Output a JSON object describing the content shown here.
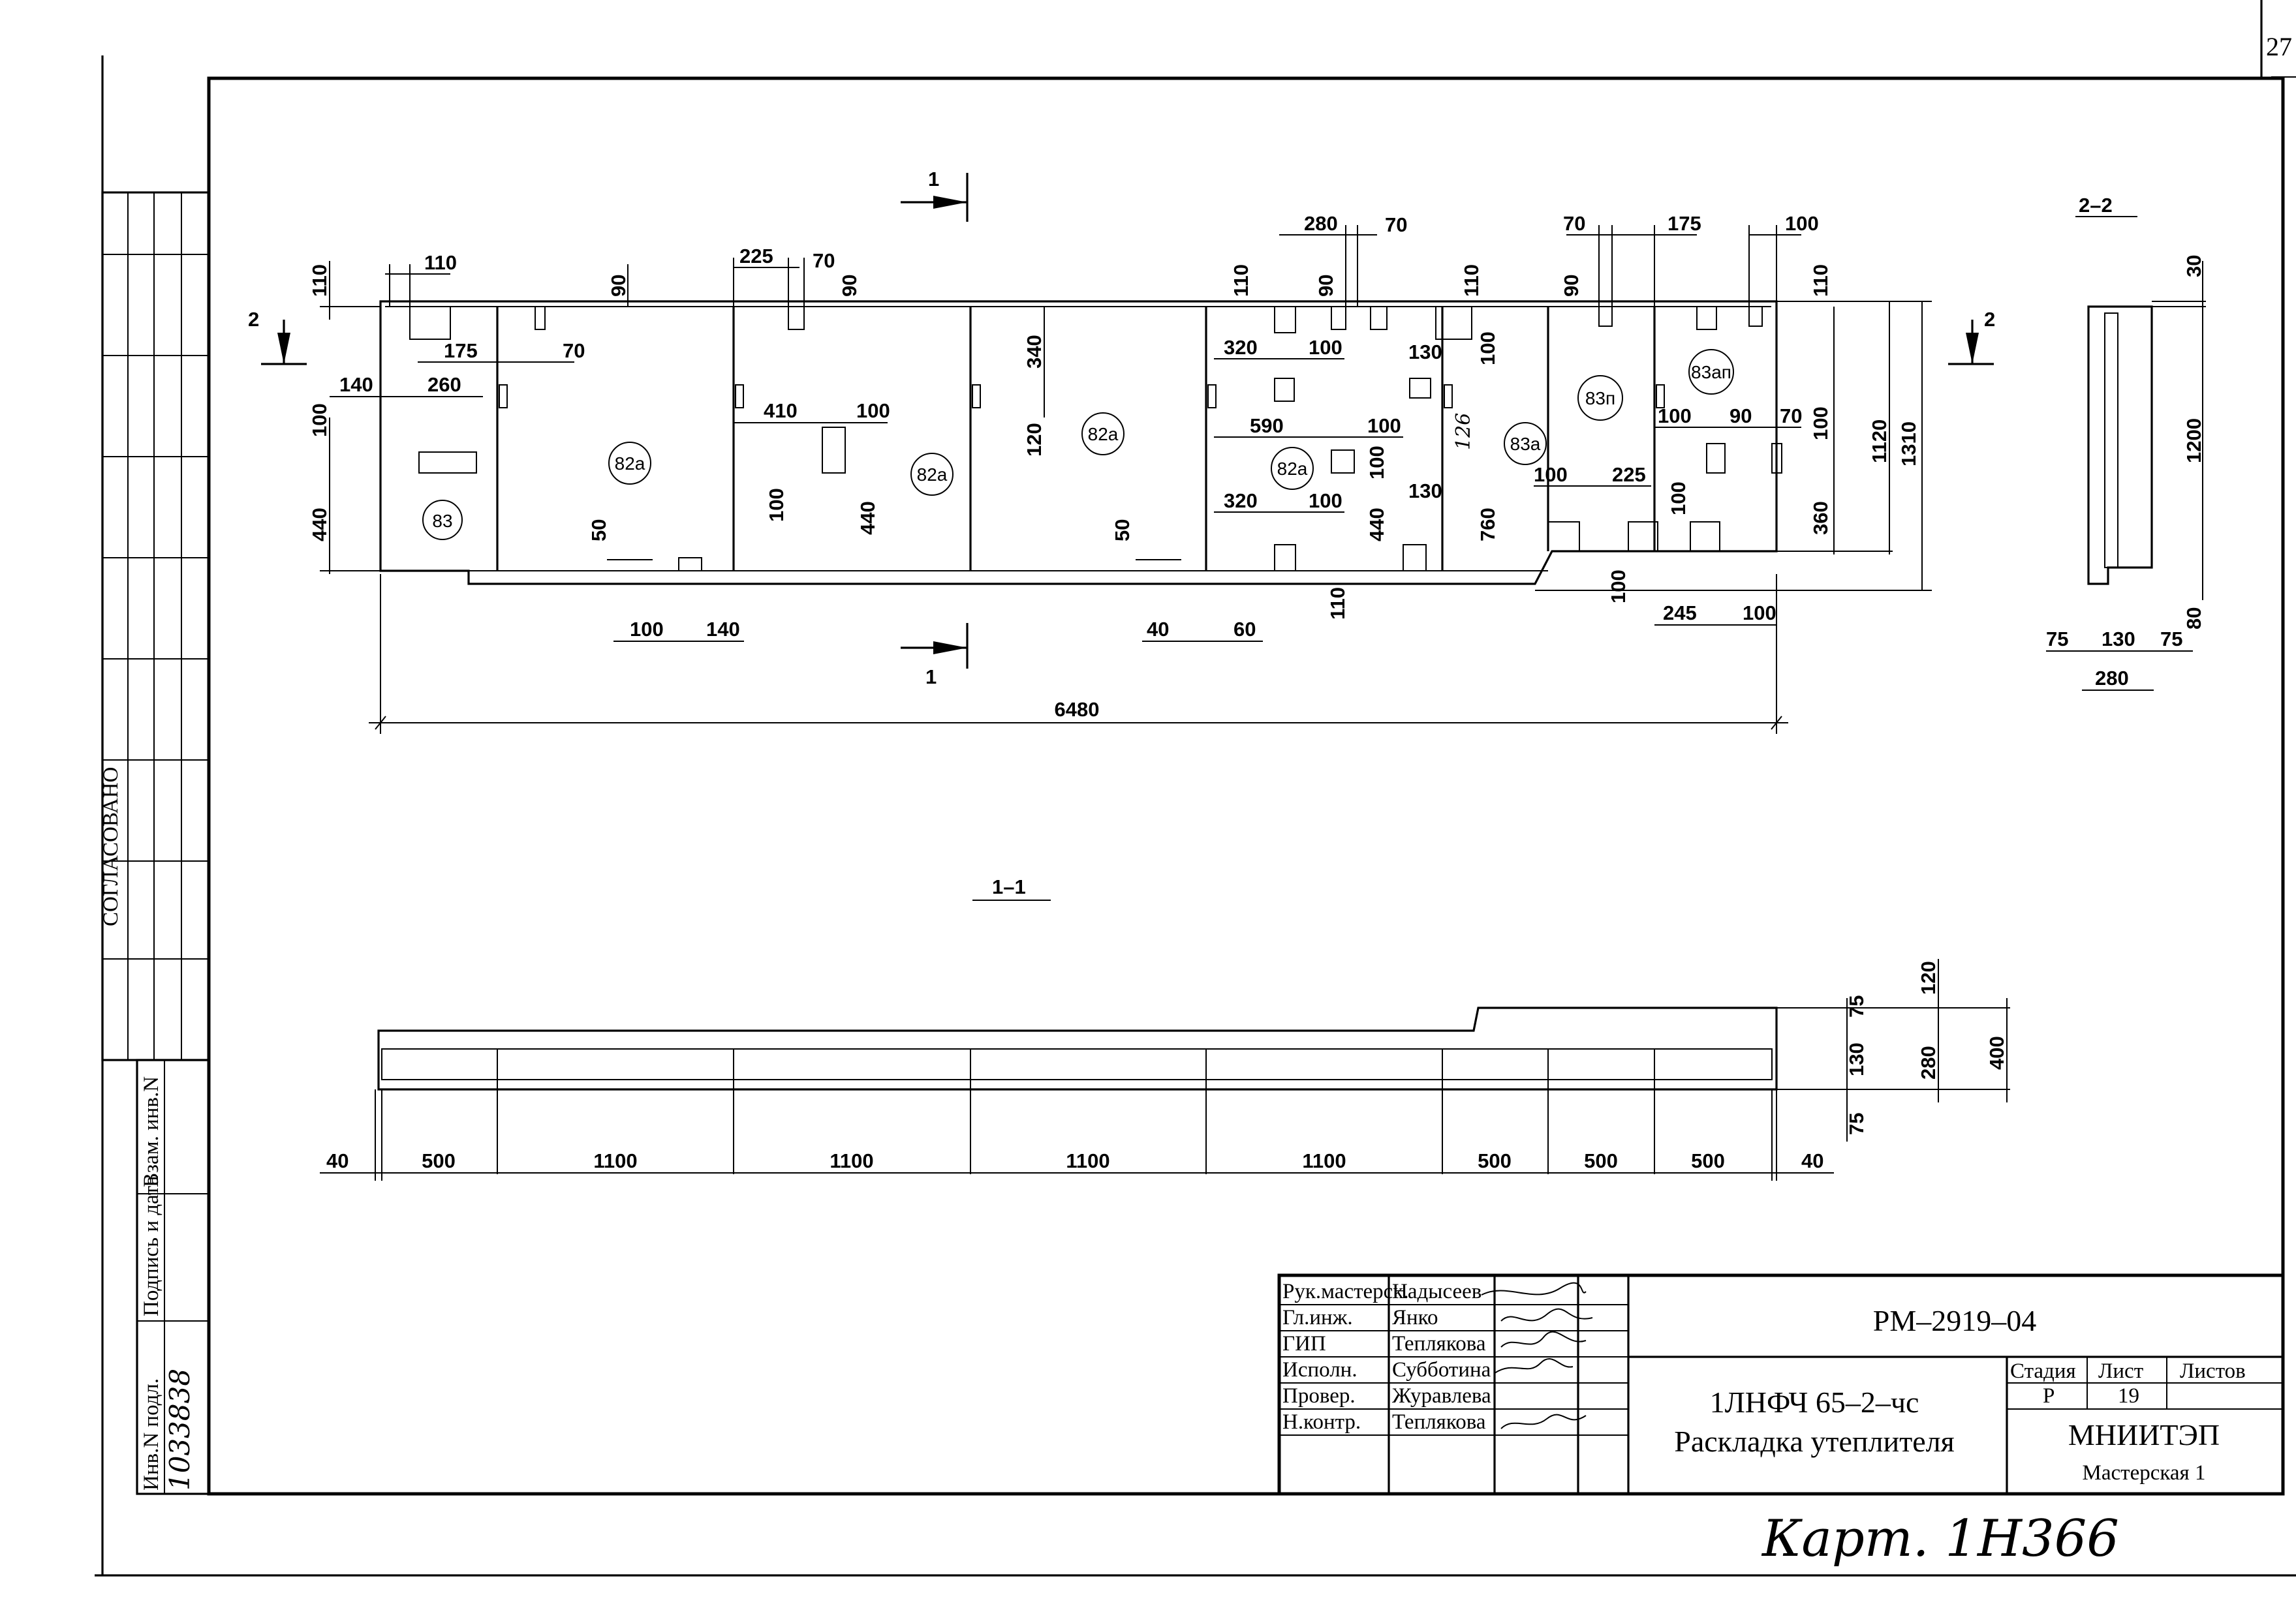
{
  "sheet": {
    "corner_number": "27",
    "bottom_note": "Карт. 1Н366"
  },
  "side_stamp": {
    "agreed_label": "СОГЛАСОВАНО",
    "inv_label": "Инв.N подл.",
    "sign_label": "Подпись и дата",
    "replace_label": "Взам. инв.N",
    "inv_value": "1033838"
  },
  "plan": {
    "title": "2",
    "section_mark": "1",
    "overall_dim": "6480",
    "panels": [
      "83",
      "82a",
      "82a",
      "82a",
      "82a",
      "83a",
      "83п",
      "83ап"
    ],
    "dims": {
      "d110": "110",
      "d90": "90",
      "d70": "70",
      "d175": "175",
      "d140": "140",
      "d260": "260",
      "d100": "100",
      "d440": "440",
      "d50": "50",
      "d225": "225",
      "d410": "410",
      "d340": "340",
      "d120": "120",
      "d280": "280",
      "d320": "320",
      "d590": "590",
      "d130": "130",
      "d760": "760",
      "d1120": "1120",
      "d1310": "1310",
      "d360": "360",
      "d245": "245",
      "d40": "40",
      "d60": "60",
      "d126": "126"
    }
  },
  "section22": {
    "title": "2–2",
    "dims": {
      "d30": "30",
      "d1200": "1200",
      "d80": "80",
      "d75": "75",
      "d130": "130",
      "d280": "280"
    }
  },
  "section11": {
    "title": "1–1",
    "segments": [
      "500",
      "1100",
      "1100",
      "1100",
      "1100",
      "500",
      "500",
      "500"
    ],
    "edge": "40",
    "vdims": {
      "d120": "120",
      "d75": "75",
      "d130": "130",
      "d280": "280",
      "d400": "400"
    }
  },
  "title_block": {
    "roles": [
      "Рук.мастерск.",
      "Гл.инж.",
      "ГИП",
      "Исполн.",
      "Провер.",
      "Н.контр."
    ],
    "names": [
      "Надысеев",
      "Янко",
      "Теплякова",
      "Субботина",
      "Журавлева",
      "Теплякова"
    ],
    "doc_code": "РМ–2919–04",
    "product": "1ЛНФЧ 65–2–чс",
    "subject": "Раскладка утеплителя",
    "stage_label": "Стадия",
    "sheet_label": "Лист",
    "sheets_label": "Листов",
    "stage_value": "Р",
    "sheet_value": "19",
    "org": "МНИИТЭП",
    "workshop": "Мастерская 1"
  }
}
